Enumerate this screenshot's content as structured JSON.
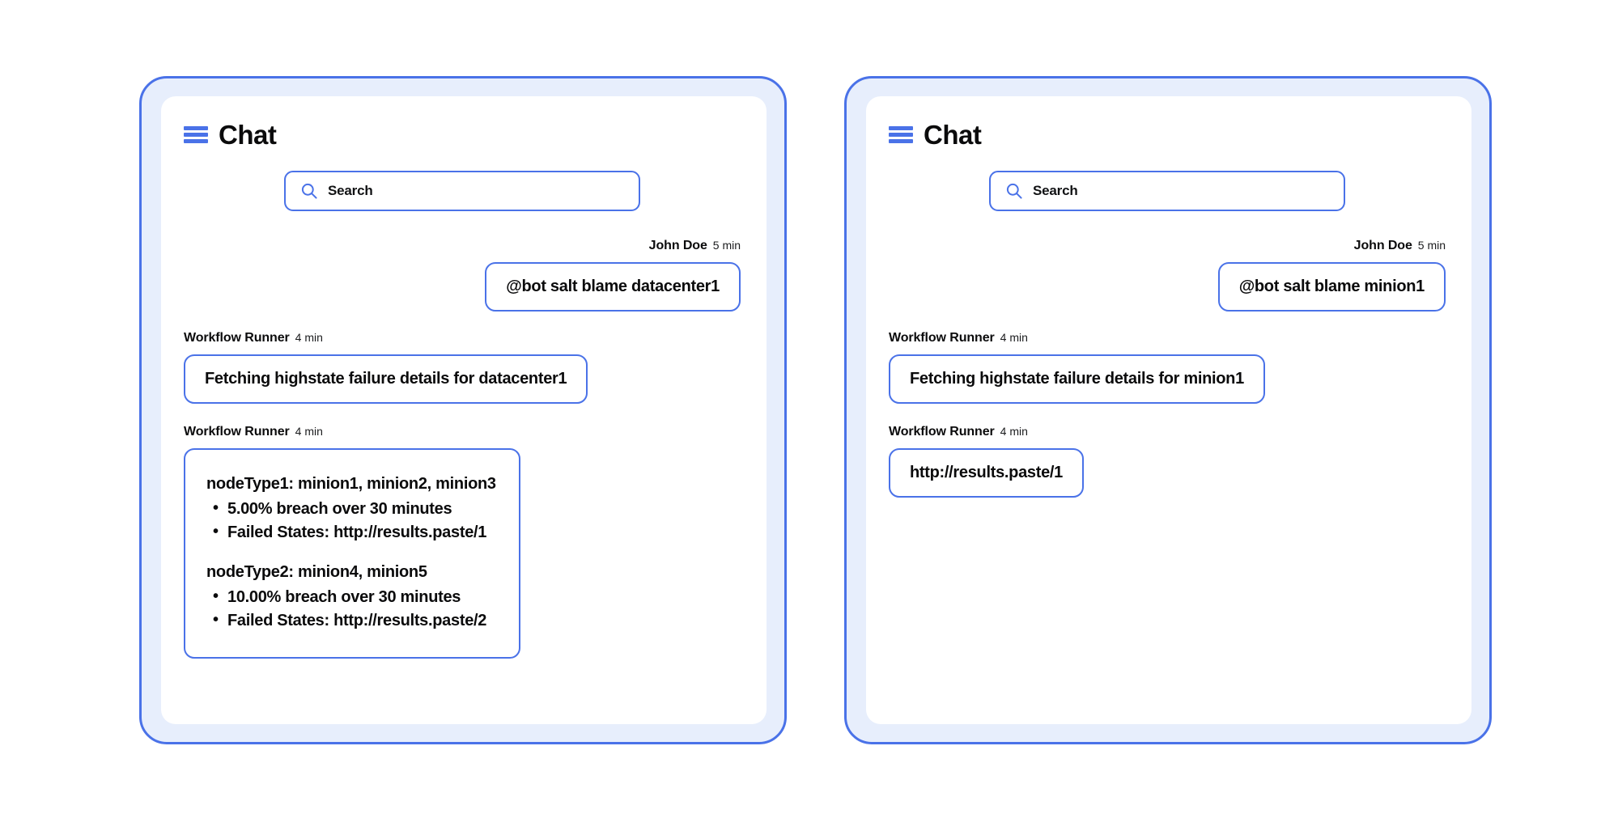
{
  "theme": {
    "accent": "#4a72e8",
    "panel_fill": "#e7eefc",
    "card_fill": "#ffffff",
    "text": "#0b0b0c",
    "page_background": "#ffffff"
  },
  "panels": [
    {
      "id": "left",
      "header": {
        "menu_icon": "hamburger-menu-icon",
        "title": "Chat"
      },
      "search": {
        "icon": "search-icon",
        "placeholder": "Search",
        "value": ""
      },
      "messages": [
        {
          "align": "out",
          "sender": "John Doe",
          "time": "5 min",
          "type": "text",
          "text": "@bot salt blame datacenter1"
        },
        {
          "align": "in",
          "sender": "Workflow Runner",
          "time": "4 min",
          "type": "text",
          "text": "Fetching highstate failure details for datacenter1"
        },
        {
          "align": "in",
          "sender": "Workflow Runner",
          "time": "4 min",
          "type": "details",
          "groups": [
            {
              "title": "nodeType1: minion1, minion2, minion3",
              "items": [
                "5.00% breach over 30 minutes",
                "Failed States: http://results.paste/1"
              ]
            },
            {
              "title": "nodeType2: minion4, minion5",
              "items": [
                "10.00% breach over 30 minutes",
                "Failed States: http://results.paste/2"
              ]
            }
          ]
        }
      ]
    },
    {
      "id": "right",
      "header": {
        "menu_icon": "hamburger-menu-icon",
        "title": "Chat"
      },
      "search": {
        "icon": "search-icon",
        "placeholder": "Search",
        "value": ""
      },
      "messages": [
        {
          "align": "out",
          "sender": "John Doe",
          "time": "5 min",
          "type": "text",
          "text": "@bot salt blame minion1"
        },
        {
          "align": "in",
          "sender": "Workflow Runner",
          "time": "4 min",
          "type": "text",
          "text": "Fetching highstate failure details for minion1"
        },
        {
          "align": "in",
          "sender": "Workflow Runner",
          "time": "4 min",
          "type": "text",
          "text": "http://results.paste/1"
        }
      ]
    }
  ]
}
